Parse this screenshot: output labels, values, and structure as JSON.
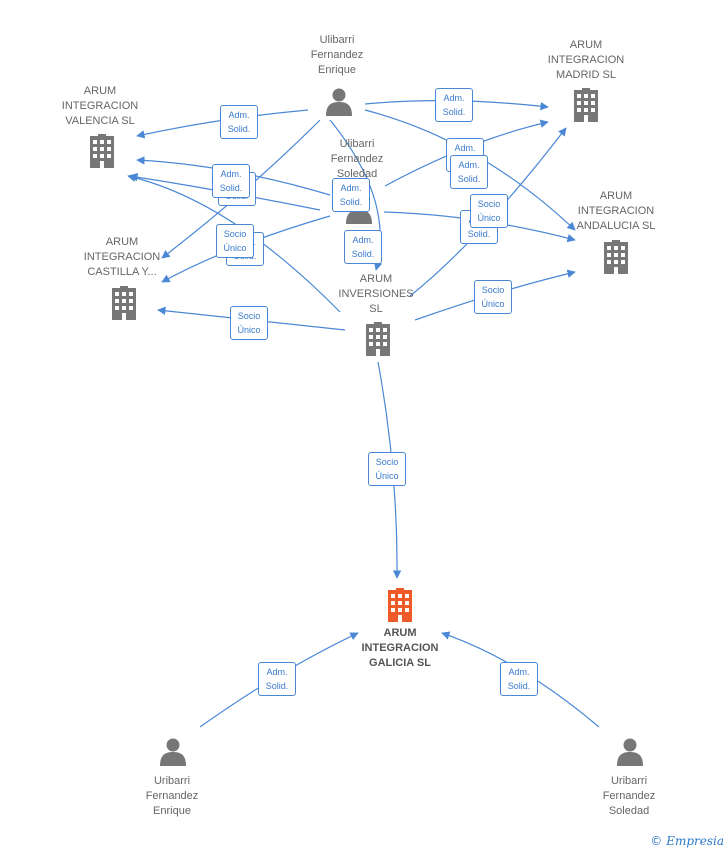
{
  "colors": {
    "edge": "#4a88d6",
    "node": "#777777",
    "focus": "#f05a28"
  },
  "nodes": {
    "ulibarri_enrique": {
      "label": "Ulibarri\nFernandez\nEnrique",
      "kind": "person"
    },
    "ulibarri_soledad": {
      "label": "Ulibarri\nFernandez\nSoledad",
      "kind": "person"
    },
    "madrid": {
      "label": "ARUM\nINTEGRACION\nMADRID  SL",
      "kind": "company"
    },
    "valencia": {
      "label": "ARUM\nINTEGRACION\nVALENCIA  SL",
      "kind": "company"
    },
    "andalucia": {
      "label": "ARUM\nINTEGRACION\nANDALUCIA  SL",
      "kind": "company"
    },
    "castilla": {
      "label": "ARUM\nINTEGRACION\nCASTILLA Y...",
      "kind": "company"
    },
    "inversiones": {
      "label": "ARUM\nINVERSIONES\nSL",
      "kind": "company"
    },
    "galicia": {
      "label": "ARUM\nINTEGRACION\nGALICIA  SL",
      "kind": "focus"
    },
    "uribarri_enrique": {
      "label": "Uribarri\nFernandez\nEnrique",
      "kind": "person"
    },
    "uribarri_soledad": {
      "label": "Uribarri\nFernandez\nSoledad",
      "kind": "person"
    }
  },
  "edge_labels": {
    "adm": "Adm.\nSolid.",
    "socio": "Socio\nÚnico"
  },
  "watermark": {
    "copyright": "©",
    "brand": "Empresia"
  }
}
